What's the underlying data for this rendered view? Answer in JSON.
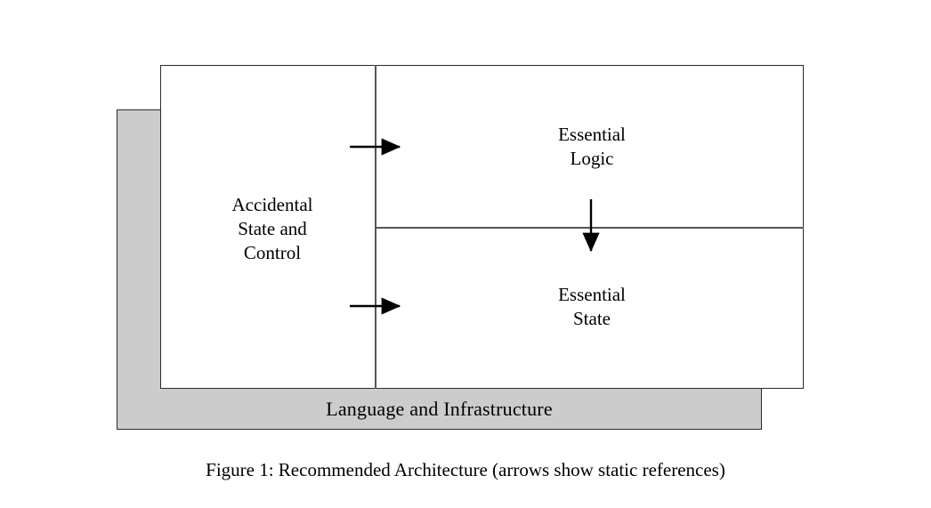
{
  "figure": {
    "caption": "Figure 1: Recommended Architecture (arrows show static references)",
    "number": "Figure 1",
    "title": "Recommended Architecture"
  },
  "diagram": {
    "type": "layered-architecture",
    "platform": {
      "label": "Language and Infrastructure",
      "fill": "#cccccc",
      "stroke": "#2b2b2b"
    },
    "application": {
      "fill": "#ffffff",
      "stroke": "#2b2b2b"
    },
    "regions": [
      {
        "id": "accidental",
        "label": "Accidental\nState and\nControl",
        "line1": "Accidental",
        "line2": "State and",
        "line3": "Control"
      },
      {
        "id": "essential-logic",
        "label": "Essential\nLogic",
        "line1": "Essential",
        "line2": "Logic"
      },
      {
        "id": "essential-state",
        "label": "Essential\nState",
        "line1": "Essential",
        "line2": "State"
      }
    ],
    "arrows": [
      {
        "id": "accidental-to-essential-logic",
        "from": "Accidental State and Control",
        "to": "Essential Logic",
        "direction": "right",
        "color": "#000000"
      },
      {
        "id": "essential-logic-to-essential-state",
        "from": "Essential Logic",
        "to": "Essential State",
        "direction": "down",
        "color": "#000000"
      },
      {
        "id": "accidental-to-essential-state",
        "from": "Accidental State and Control",
        "to": "Essential State",
        "direction": "right",
        "color": "#000000"
      }
    ],
    "arrow_semantics": "arrows show static references"
  }
}
